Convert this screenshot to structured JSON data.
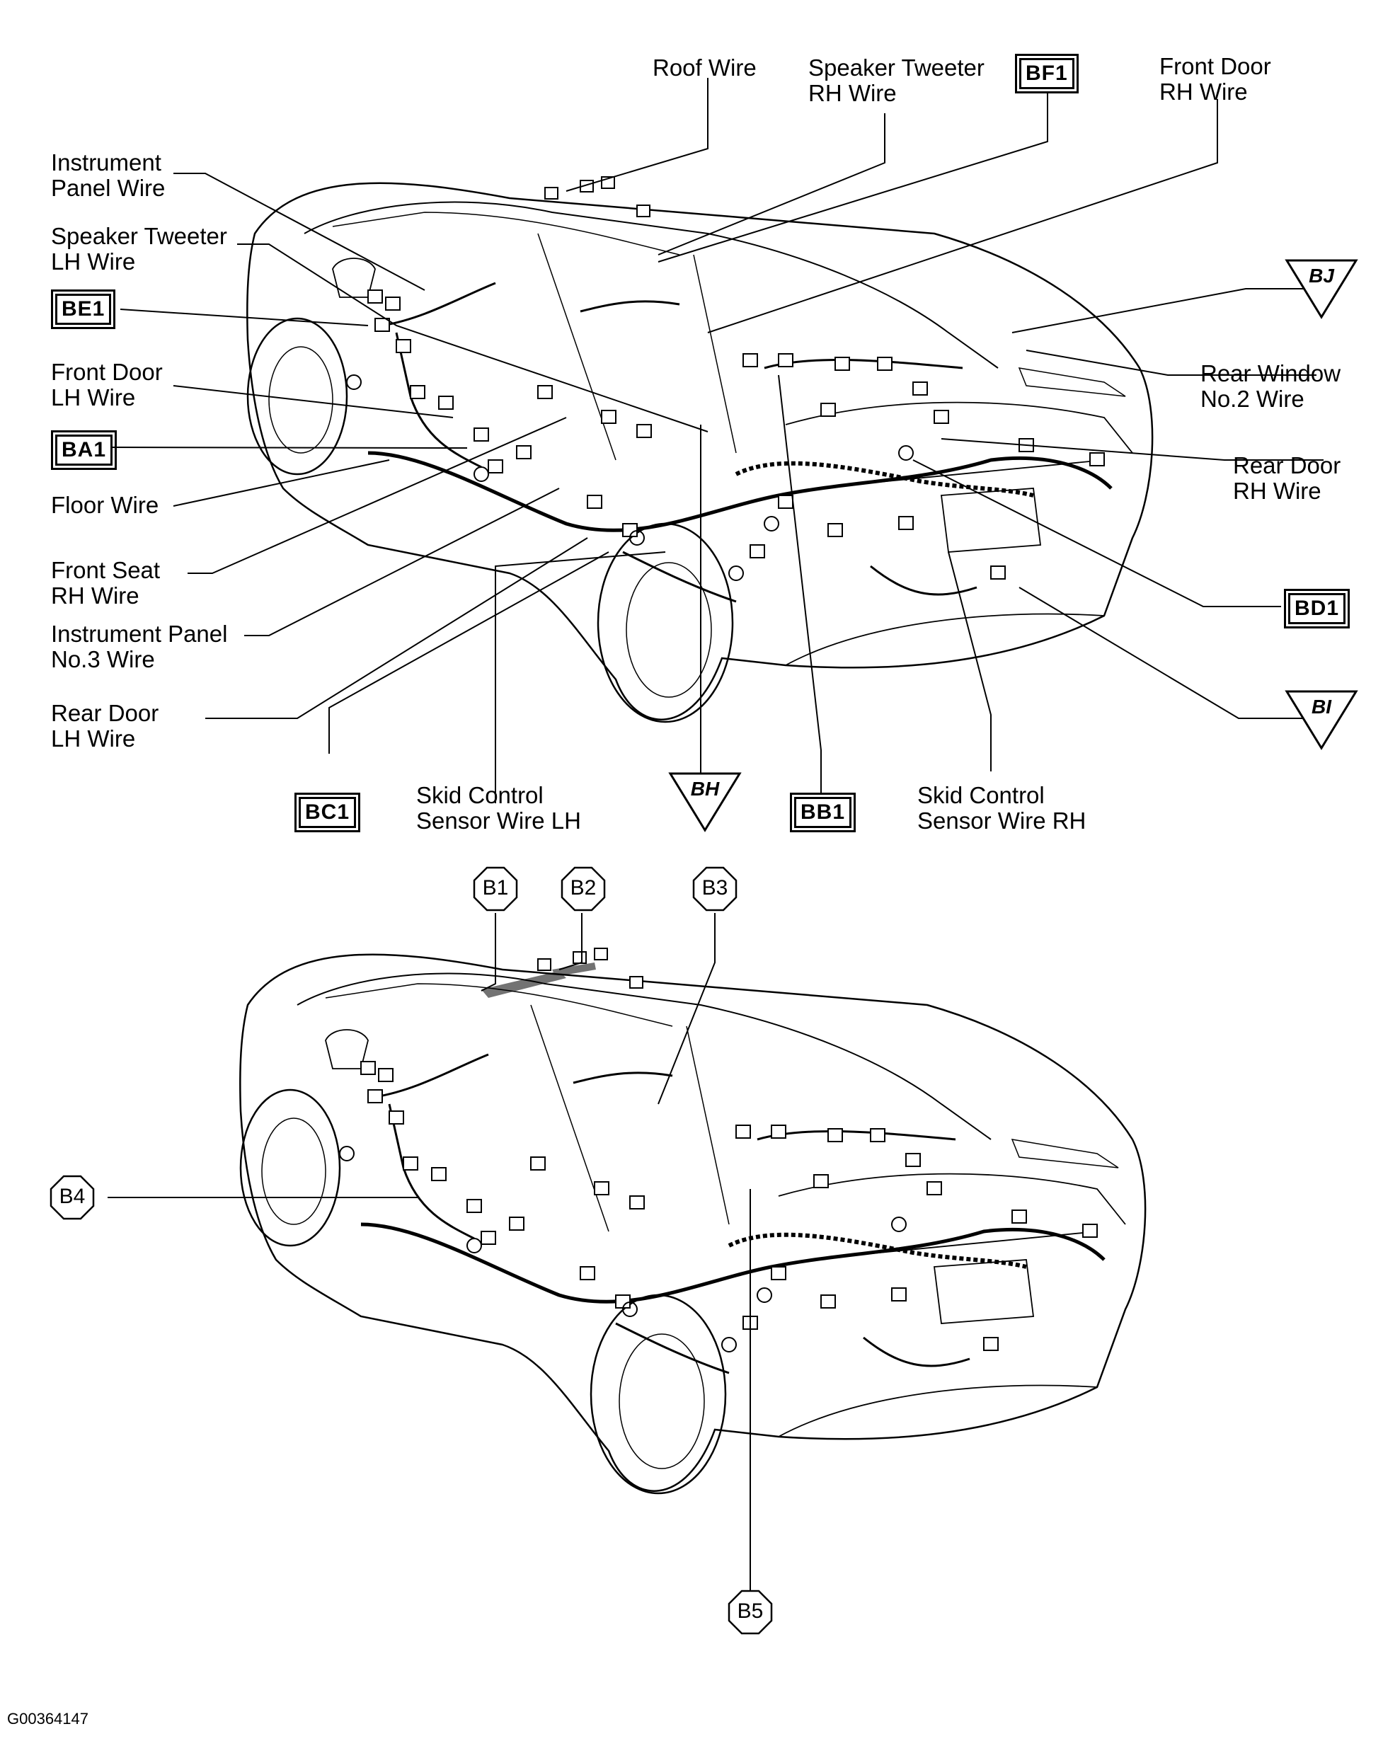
{
  "top_view": {
    "labels": {
      "roof_wire": "Roof Wire",
      "speaker_tweeter_rh": [
        "Speaker Tweeter",
        "RH Wire"
      ],
      "front_door_rh": [
        "Front Door",
        "RH Wire"
      ],
      "instrument_panel": [
        "Instrument",
        "Panel Wire"
      ],
      "speaker_tweeter_lh": [
        "Speaker Tweeter",
        "LH Wire"
      ],
      "front_door_lh": [
        "Front Door",
        "LH Wire"
      ],
      "floor_wire": "Floor Wire",
      "front_seat_rh": [
        "Front Seat",
        "RH Wire"
      ],
      "instrument_panel_no3": [
        "Instrument Panel",
        "No.3 Wire"
      ],
      "rear_door_lh": [
        "Rear Door",
        "LH Wire"
      ],
      "skid_control_lh": [
        "Skid Control",
        "Sensor Wire LH"
      ],
      "skid_control_rh": [
        "Skid Control",
        "Sensor Wire RH"
      ],
      "rear_window_no2": [
        "Rear Window",
        "No.2 Wire"
      ],
      "rear_door_rh": [
        "Rear Door",
        "RH Wire"
      ]
    },
    "connector_tags": {
      "bf1": "BF1",
      "be1": "BE1",
      "ba1": "BA1",
      "bd1": "BD1",
      "bc1": "BC1",
      "bb1": "BB1"
    },
    "ground_tags": {
      "bj": "BJ",
      "bh": "BH",
      "bi": "BI"
    }
  },
  "bottom_view": {
    "point_tags": {
      "b1": "B1",
      "b2": "B2",
      "b3": "B3",
      "b4": "B4",
      "b5": "B5"
    }
  },
  "figure_id": "G00364147"
}
